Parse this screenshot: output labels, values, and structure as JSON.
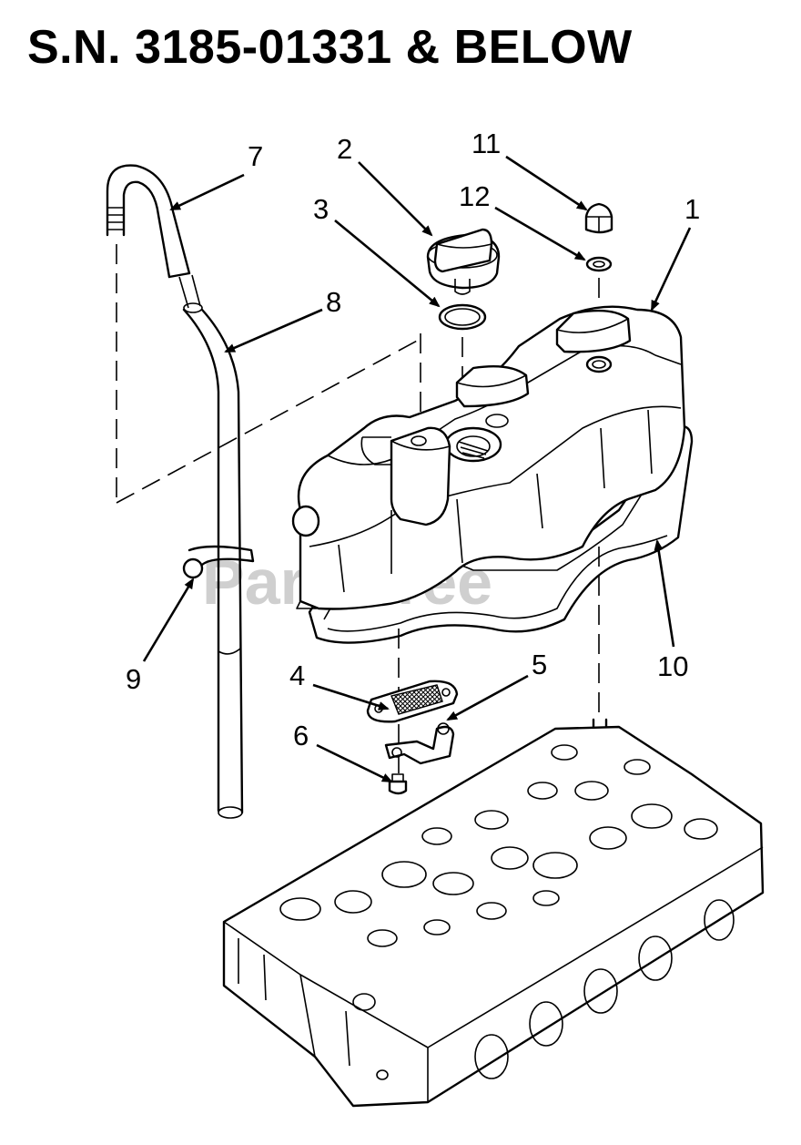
{
  "title": "S.N. 3185-01331 & BELOW",
  "watermark": "PartsTree",
  "callouts": {
    "c1": "1",
    "c2": "2",
    "c3": "3",
    "c4": "4",
    "c5": "5",
    "c6": "6",
    "c7": "7",
    "c8": "8",
    "c9": "9",
    "c10": "10",
    "c11": "11",
    "c12": "12"
  }
}
